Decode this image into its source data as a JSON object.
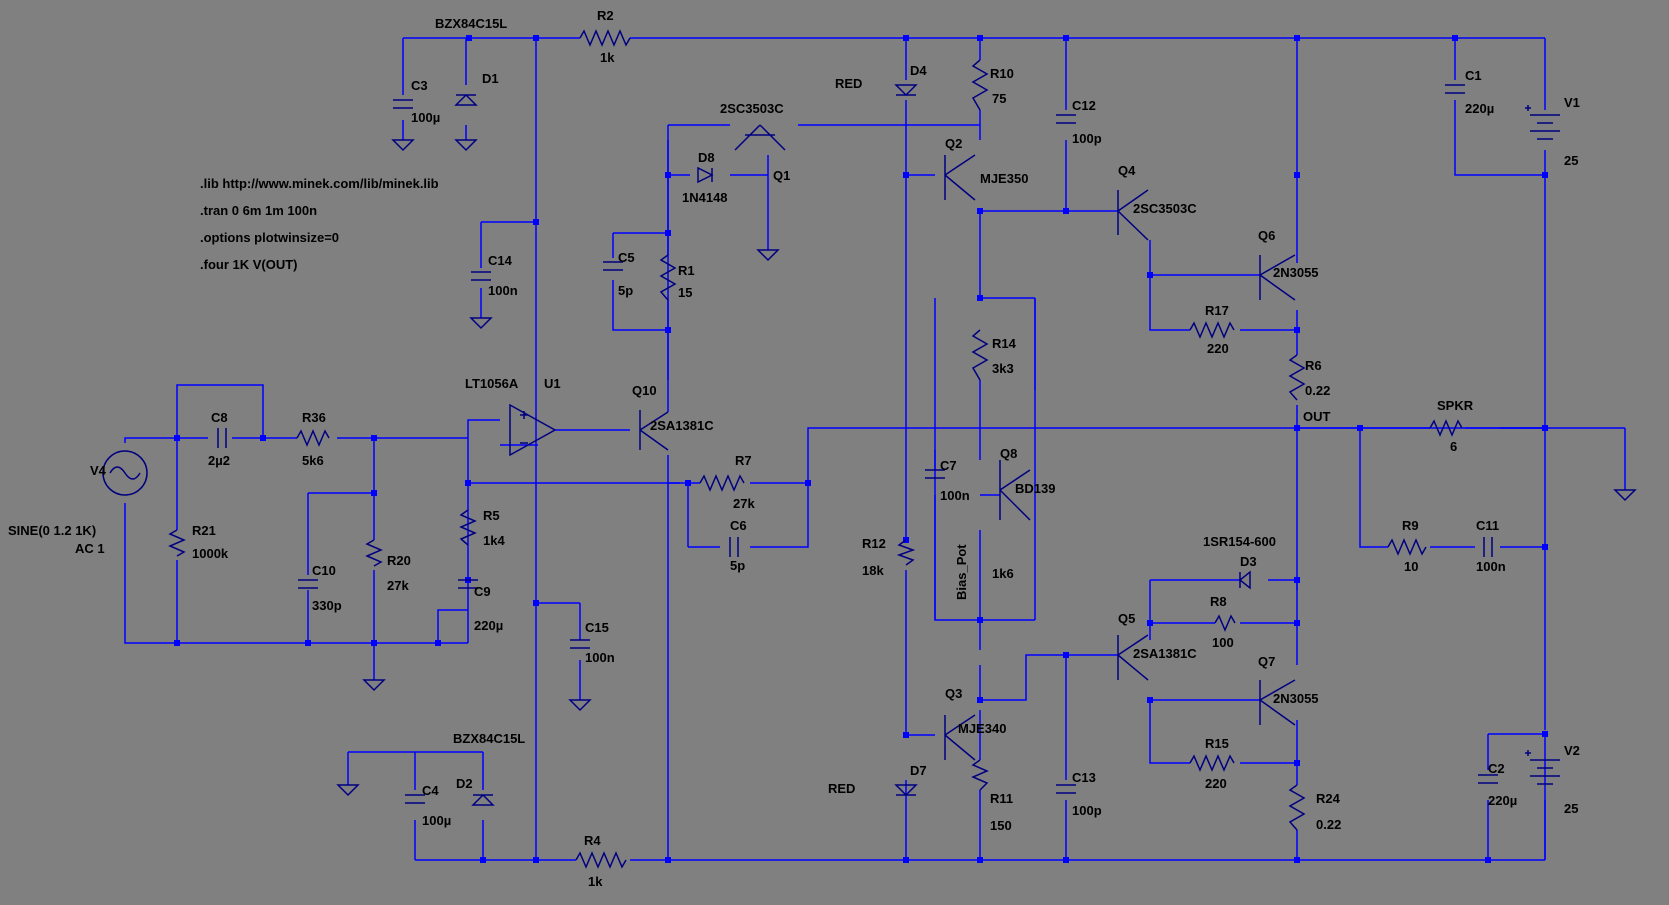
{
  "directives": [
    ".lib http://www.minek.com/lib/minek.lib",
    ".tran 0 6m 1m 100n",
    ".options plotwinsize=0",
    ".four 1K V(OUT)"
  ],
  "components": {
    "D1": {
      "ref": "D1",
      "value": "BZX84C15L"
    },
    "D2": {
      "ref": "D2",
      "value": "BZX84C15L"
    },
    "C3": {
      "ref": "C3",
      "value": "100µ"
    },
    "C4": {
      "ref": "C4",
      "value": "100µ"
    },
    "R2": {
      "ref": "R2",
      "value": "1k"
    },
    "R4": {
      "ref": "R4",
      "value": "1k"
    },
    "C14": {
      "ref": "C14",
      "value": "100n"
    },
    "C15": {
      "ref": "C15",
      "value": "100n"
    },
    "V4": {
      "ref": "V4",
      "value": "SINE(0 1.2 1K)",
      "value2": "AC 1"
    },
    "C8": {
      "ref": "C8",
      "value": "2µ2"
    },
    "R36": {
      "ref": "R36",
      "value": "5k6"
    },
    "R21": {
      "ref": "R21",
      "value": "1000k"
    },
    "C10": {
      "ref": "C10",
      "value": "330p"
    },
    "R20": {
      "ref": "R20",
      "value": "27k"
    },
    "R5": {
      "ref": "R5",
      "value": "1k4"
    },
    "C9": {
      "ref": "C9",
      "value": "220µ"
    },
    "U1": {
      "ref": "U1",
      "value": "LT1056A"
    },
    "Q10": {
      "ref": "Q10",
      "value": "2SA1381C"
    },
    "R7": {
      "ref": "R7",
      "value": "27k"
    },
    "C6": {
      "ref": "C6",
      "value": "5p"
    },
    "Q1": {
      "ref": "Q1",
      "value": "2SC3503C"
    },
    "D8": {
      "ref": "D8",
      "value": "1N4148"
    },
    "C5": {
      "ref": "C5",
      "value": "5p"
    },
    "R1": {
      "ref": "R1",
      "value": "15"
    },
    "D4": {
      "ref": "D4",
      "value": "RED"
    },
    "D7": {
      "ref": "D7",
      "value": "RED"
    },
    "R12": {
      "ref": "R12",
      "value": "18k"
    },
    "R10": {
      "ref": "R10",
      "value": "75"
    },
    "Q2": {
      "ref": "Q2",
      "value": "MJE350"
    },
    "R14": {
      "ref": "R14",
      "value": "3k3"
    },
    "C7": {
      "ref": "C7",
      "value": "100n"
    },
    "Q8": {
      "ref": "Q8",
      "value": "BD139"
    },
    "Bias_Pot": {
      "ref": "Bias_Pot",
      "value": "1k6"
    },
    "Q3": {
      "ref": "Q3",
      "value": "MJE340"
    },
    "R11": {
      "ref": "R11",
      "value": "150"
    },
    "C12": {
      "ref": "C12",
      "value": "100p"
    },
    "C13": {
      "ref": "C13",
      "value": "100p"
    },
    "Q4": {
      "ref": "Q4",
      "value": "2SC3503C"
    },
    "Q6": {
      "ref": "Q6",
      "value": "2N3055"
    },
    "R17": {
      "ref": "R17",
      "value": "220"
    },
    "R6": {
      "ref": "R6",
      "value": "0.22"
    },
    "Q5": {
      "ref": "Q5",
      "value": "2SA1381C"
    },
    "Q7": {
      "ref": "Q7",
      "value": "2N3055"
    },
    "R8": {
      "ref": "R8",
      "value": "100"
    },
    "D3": {
      "ref": "D3",
      "value": "1SR154-600"
    },
    "R15": {
      "ref": "R15",
      "value": "220"
    },
    "R24": {
      "ref": "R24",
      "value": "0.22"
    },
    "SPKR": {
      "ref": "SPKR",
      "value": "6"
    },
    "R9": {
      "ref": "R9",
      "value": "10"
    },
    "C11": {
      "ref": "C11",
      "value": "100n"
    },
    "C1": {
      "ref": "C1",
      "value": "220µ"
    },
    "C2": {
      "ref": "C2",
      "value": "220µ"
    },
    "V1": {
      "ref": "V1",
      "value": "25"
    },
    "V2": {
      "ref": "V2",
      "value": "25"
    }
  },
  "nets": {
    "out": "OUT"
  },
  "colors": {
    "background": "#808080",
    "wire": "#0000ff",
    "component": "#000080",
    "text": "#000000"
  }
}
